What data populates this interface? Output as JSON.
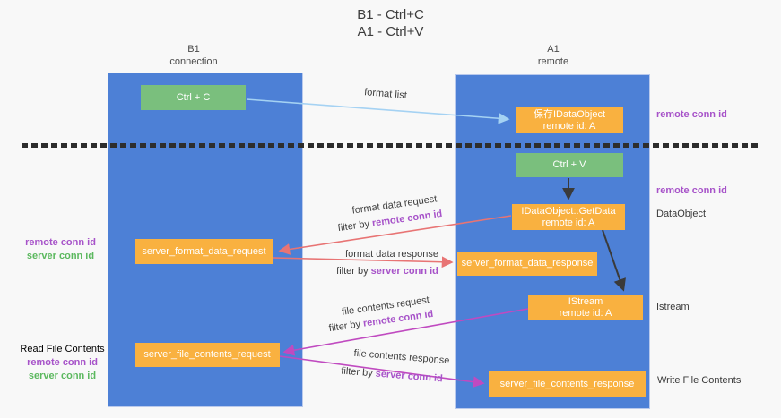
{
  "title": {
    "line1": "B1 - Ctrl+C",
    "line2": "A1 - Ctrl+V"
  },
  "columns": {
    "left": {
      "header_line1": "B1",
      "header_line2": "connection"
    },
    "right": {
      "header_line1": "A1",
      "header_line2": "remote"
    }
  },
  "boxes": {
    "ctrl_c": {
      "label": "Ctrl + C"
    },
    "save_idataobject": {
      "line1": "保存IDataObject",
      "line2": "remote id: A"
    },
    "ctrl_v": {
      "label": "Ctrl + V"
    },
    "getdata": {
      "line1": "IDataObject::GetData",
      "line2": "remote id: A"
    },
    "server_format_data_request": {
      "label": "server_format_data_request"
    },
    "server_format_data_response": {
      "label": "server_format_data_response"
    },
    "istream": {
      "line1": "IStream",
      "line2": "remote id: A"
    },
    "server_file_contents_request": {
      "label": "server_file_contents_request"
    },
    "server_file_contents_response": {
      "label": "server_file_contents_response"
    }
  },
  "arrow_labels": {
    "format_list": "format list",
    "format_data_request": {
      "text": "format data request",
      "filter_prefix": "filter by ",
      "filter_value": "remote conn id"
    },
    "format_data_response": {
      "text": "format data response",
      "filter_prefix": "filter by ",
      "filter_value": "server conn id"
    },
    "file_contents_request": {
      "text": "file contents request",
      "filter_prefix": "filter by ",
      "filter_value": "remote conn id"
    },
    "file_contents_response": {
      "text": "file contents response",
      "filter_prefix": "filter by ",
      "filter_value": "server conn id"
    }
  },
  "side_labels": {
    "right_top_remote_conn_id": "remote conn id",
    "right_mid_remote_conn_id": "remote conn id",
    "dataobject": "DataObject",
    "istream": "Istream",
    "write_file_contents": "Write File Contents",
    "left_remote_conn_id": "remote conn id",
    "left_server_conn_id": "server conn id",
    "read_file_contents": "Read File Contents",
    "read_remote_conn_id": "remote conn id",
    "read_server_conn_id": "server conn id"
  },
  "colors": {
    "background": "#f8f8f8",
    "column_blue": "#4d80d6",
    "box_green": "#7abf7d",
    "box_orange": "#f9b140",
    "arrow_light_blue": "#a5d2f3",
    "arrow_red": "#e87474",
    "arrow_magenta": "#c04ac0",
    "arrow_black": "#3a3a3a",
    "label_purple": "#a753c9",
    "label_green": "#5bb85e"
  }
}
